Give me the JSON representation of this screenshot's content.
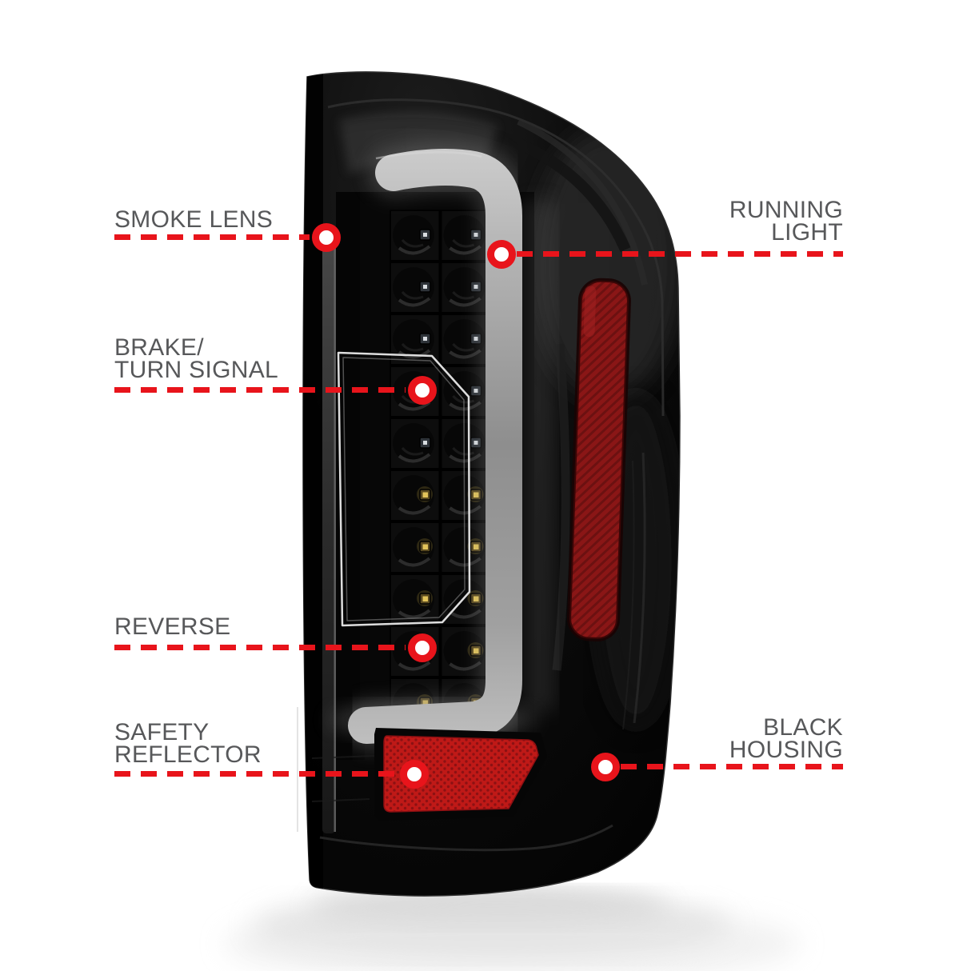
{
  "figure": {
    "type": "annotated product diagram",
    "subject": "Smoked LED tail light with light bar, callout features"
  },
  "annotations": {
    "left": [
      {
        "id": "smoke-lens",
        "label": "SMOKE LENS"
      },
      {
        "id": "brake-turn-signal",
        "label": "BRAKE/\nTURN SIGNAL"
      },
      {
        "id": "reverse",
        "label": "REVERSE"
      },
      {
        "id": "safety-reflector",
        "label": "SAFETY\nREFLECTOR"
      }
    ],
    "right": [
      {
        "id": "running-light",
        "label": "RUNNING\nLIGHT"
      },
      {
        "id": "black-housing",
        "label": "BLACK\nHOUSING"
      }
    ]
  },
  "colors": {
    "label_text": "#57585a",
    "leader_red": "#e8141b",
    "marker": "white dot with red ring",
    "housing_black": "#0a0a0a",
    "light_bar_gray": "#a9a9a9",
    "safety_reflector_red": "#bf1917",
    "side_reflector_red": "#6e1212",
    "background": "#ffffff"
  }
}
